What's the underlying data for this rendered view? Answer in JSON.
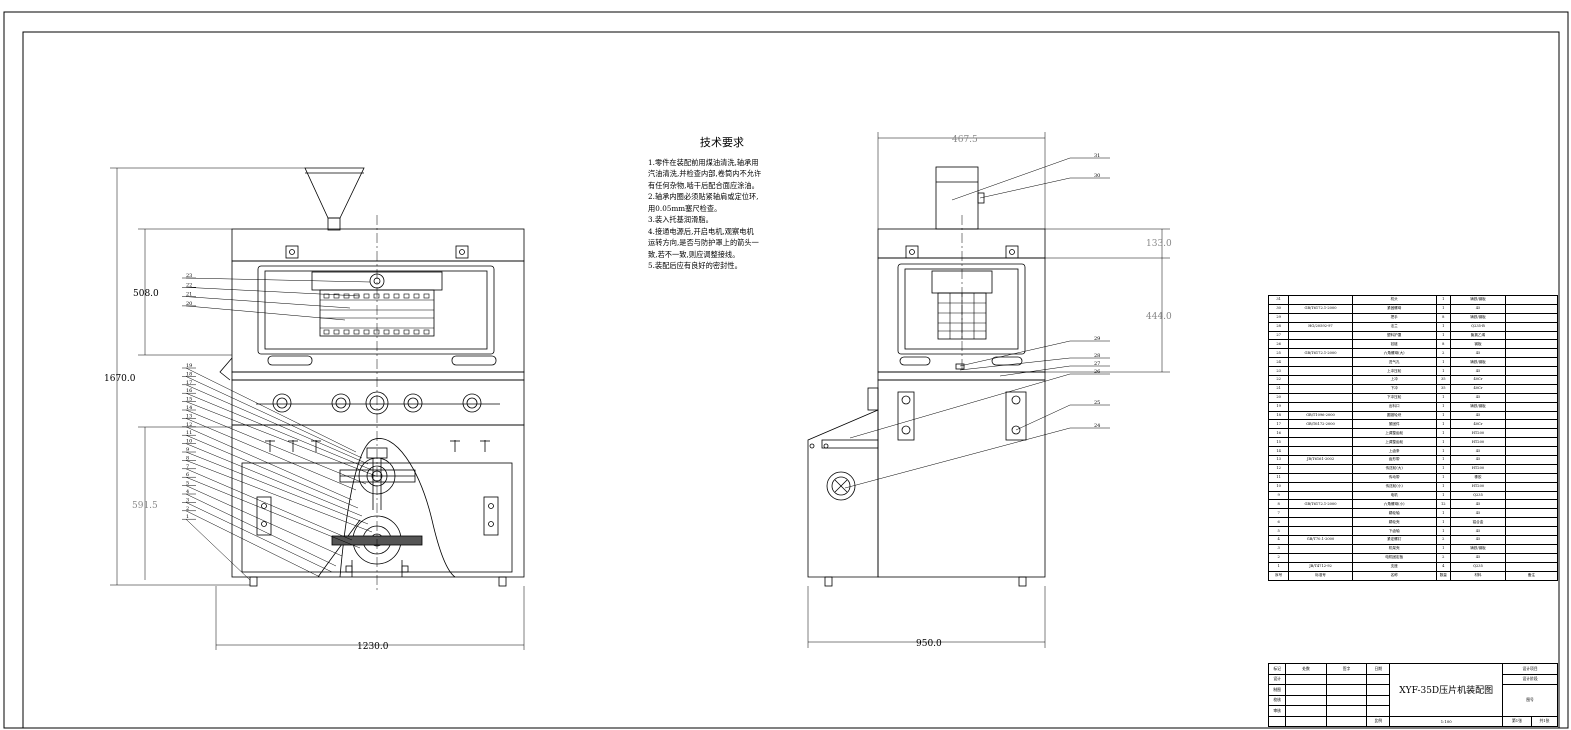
{
  "drawing": {
    "title": "XYF-35D压片机装配图",
    "scale": "1:100",
    "tech_requirements": {
      "heading": "技术要求",
      "lines": [
        "1.零件在装配前用煤油清洗,轴承用",
        "汽油清洗,并检查内部,卷筒内不允许",
        "有任何杂物,啮干后配合面应涂油。",
        "2.轴承内圈必须贴紧轴肩或定位环,",
        "用0.05mm塞尺检查。",
        "3.装入托基润滑脂。",
        "4.接通电源后,开启电机,观察电机",
        "运转方向,是否与防护罩上的箭头一",
        "致,若不一致,则应调整接线。",
        "5.装配后应有良好的密封性。"
      ]
    },
    "dimensions": {
      "front_height": "1670.0",
      "front_upper": "508.0",
      "front_lower": "591.5",
      "front_width": "1230.0",
      "side_width": "950.0",
      "side_top": "467.5",
      "side_a": "133.0",
      "side_b": "444.0"
    },
    "leaders_front": [
      "23",
      "22",
      "21",
      "20",
      "19",
      "18",
      "17",
      "16",
      "15",
      "14",
      "13",
      "12",
      "11",
      "10",
      "9",
      "8",
      "7",
      "6",
      "5",
      "4",
      "3",
      "2",
      "1"
    ],
    "leaders_side": [
      "31",
      "30",
      "29",
      "28",
      "27",
      "26",
      "25",
      "24"
    ],
    "bom": {
      "rows": [
        [
          "31",
          "",
          "机头",
          "1",
          "铸铁/钢板",
          ""
        ],
        [
          "30",
          "GB/T6172.1-2000",
          "紧固螺母",
          "1",
          "45",
          ""
        ],
        [
          "29",
          "",
          "把手",
          "8",
          "铸铁/钢板",
          ""
        ],
        [
          "28",
          "HG/20592-97",
          "法兰",
          "1",
          "Q235-B",
          ""
        ],
        [
          "27",
          "",
          "塑料护罩",
          "1",
          "聚氯乙烯",
          ""
        ],
        [
          "26",
          "",
          "铰链",
          "8",
          "钢板",
          ""
        ],
        [
          "25",
          "GB/T6172.1-2000",
          "六角螺母(大)",
          "2",
          "45",
          ""
        ],
        [
          "24",
          "",
          "进气孔",
          "1",
          "铸铁/钢板",
          ""
        ],
        [
          "23",
          "",
          "上冲压轮",
          "1",
          "45",
          ""
        ],
        [
          "22",
          "",
          "上冲",
          "35",
          "40Cr",
          ""
        ],
        [
          "21",
          "",
          "下冲",
          "35",
          "40Cr",
          ""
        ],
        [
          "20",
          "",
          "下冲压轮",
          "1",
          "45",
          ""
        ],
        [
          "19",
          "",
          "出料口",
          "1",
          "铸铁/钢板",
          ""
        ],
        [
          "18",
          "GB/T1096-2000",
          "圆锥轮块",
          "1",
          "45",
          ""
        ],
        [
          "17",
          "GB/T6172-2000",
          "紧固件",
          "1",
          "40Cr",
          ""
        ],
        [
          "16",
          "",
          "上调整齿轮",
          "1",
          "HT200",
          ""
        ],
        [
          "15",
          "",
          "上调整齿轮",
          "1",
          "HT200",
          ""
        ],
        [
          "14",
          "",
          "上齿条",
          "1",
          "45",
          ""
        ],
        [
          "13",
          "JB/T6161-2002",
          "齿形带",
          "1",
          "45",
          ""
        ],
        [
          "12",
          "",
          "传送轮(大)",
          "1",
          "HT200",
          ""
        ],
        [
          "11",
          "",
          "传动带",
          "1",
          "橡胶",
          ""
        ],
        [
          "10",
          "",
          "传送轮(小)",
          "1",
          "HT200",
          ""
        ],
        [
          "9",
          "",
          "电机",
          "1",
          "Q235",
          ""
        ],
        [
          "8",
          "GB/T6172.1-2000",
          "六角螺母(小)",
          "12",
          "45",
          ""
        ],
        [
          "7",
          "",
          "蜗轮轴",
          "1",
          "45",
          ""
        ],
        [
          "6",
          "",
          "蜗轮壳",
          "1",
          "铝合金",
          ""
        ],
        [
          "5",
          "",
          "下齿轴",
          "1",
          "45",
          ""
        ],
        [
          "4",
          "GB/T70.1-2000",
          "紧定螺钉",
          "2",
          "45",
          ""
        ],
        [
          "3",
          "",
          "机架壳",
          "1",
          "铸铁/钢板",
          ""
        ],
        [
          "2",
          "",
          "电机固定板",
          "2",
          "45",
          ""
        ],
        [
          "1",
          "JB/T4712-92",
          "支座",
          "4",
          "Q235",
          ""
        ],
        [
          "序号",
          "标准号",
          "名称",
          "数量",
          "材料",
          "备注"
        ]
      ]
    },
    "title_block": {
      "r1": [
        "标记",
        "处数",
        "签字",
        "日期"
      ],
      "r2": "设计",
      "r3": "制图",
      "r4": "校核",
      "r5": "审核",
      "right1": "设计项目",
      "right2": "设计阶段",
      "right3": "图号",
      "ratio_label": "比例",
      "sheet_label": "第1张",
      "total_label": "共1张"
    }
  }
}
